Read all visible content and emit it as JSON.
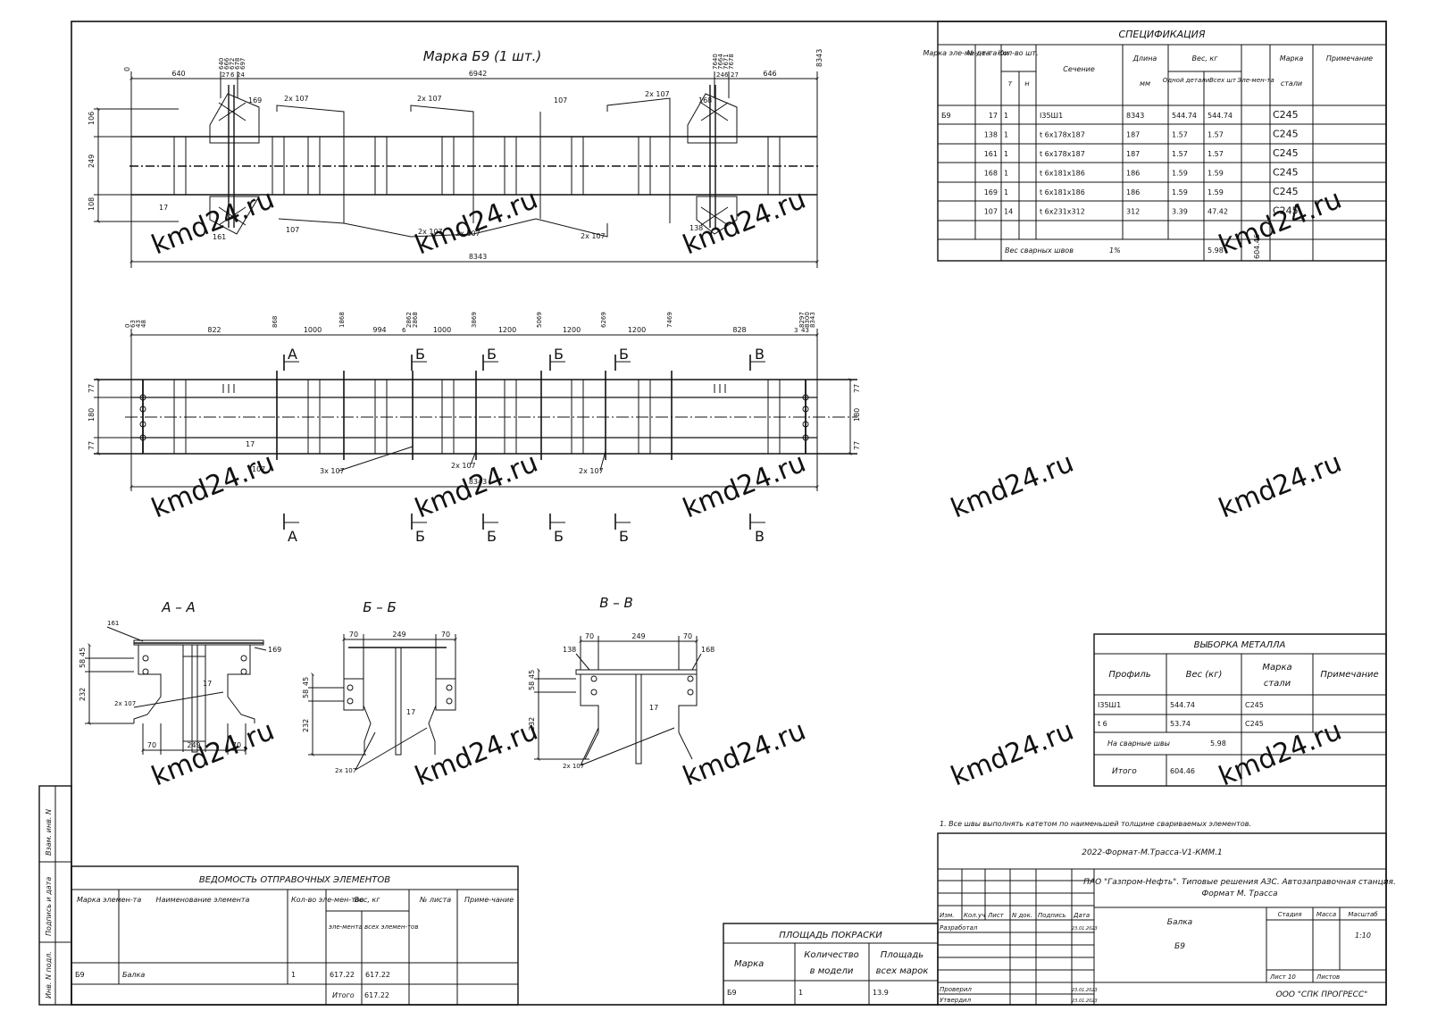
{
  "drawing": {
    "title": "Марка Б9 (1 шт.)",
    "watermark": "kmd24.ru",
    "top_view": {
      "top_dims": [
        "0",
        "640",
        "6942",
        "646",
        "8343"
      ],
      "stack_left": [
        "640",
        "666",
        "672",
        "678",
        "697"
      ],
      "stack_right": [
        "7640",
        "7664",
        "7671",
        "7678"
      ],
      "sub_dims_left": [
        "27",
        "6",
        "24"
      ],
      "sub_dims_right": [
        "24",
        "6",
        "27"
      ],
      "vert_dims": [
        "106",
        "249",
        "108"
      ],
      "callouts": [
        "169",
        "2x 107",
        "2x 107",
        "107",
        "2x 107",
        "168",
        "17",
        "161",
        "107",
        "2x 107",
        "2x 107",
        "2x 107",
        "138"
      ],
      "bottom_dim": "8343"
    },
    "bottom_view": {
      "top_dims": [
        "0",
        "63",
        "43",
        "48",
        "822",
        "868",
        "1000",
        "1868",
        "994",
        "2862",
        "2868",
        "6",
        "1000",
        "3869",
        "1200",
        "5069",
        "1200",
        "6269",
        "1200",
        "7469",
        "828",
        "8297",
        "8300",
        "8343",
        "3",
        "43"
      ],
      "section_marks": [
        "А",
        "Б",
        "Б",
        "Б",
        "Б",
        "В"
      ],
      "vert_dims": [
        "77",
        "180",
        "77"
      ],
      "vert_dims_right": [
        "77",
        "180",
        "77"
      ],
      "callouts": [
        "17",
        "107",
        "3x 107",
        "2x 107",
        "2x 107"
      ],
      "bottom_dim": "8343"
    },
    "sections": {
      "aa": {
        "title": "А – А",
        "dims": [
          "45",
          "58",
          "232",
          "70",
          "249",
          "70"
        ],
        "callouts": [
          "161",
          "169",
          "17",
          "2x 107"
        ]
      },
      "bb": {
        "title": "Б – Б",
        "dims": [
          "70",
          "249",
          "70",
          "45",
          "58",
          "232"
        ],
        "callouts": [
          "17",
          "2x 107"
        ]
      },
      "vv": {
        "title": "В – В",
        "dims": [
          "70",
          "249",
          "70",
          "45",
          "58",
          "232"
        ],
        "callouts": [
          "138",
          "168",
          "17",
          "2x 107"
        ]
      }
    }
  },
  "spec": {
    "title": "СПЕЦИФИКАЦИЯ",
    "headers": {
      "mark": "Марка эле-мен-та",
      "no": "№ де-та-ли",
      "qty": "Кол-во шт.",
      "t": "т",
      "n": "н",
      "section": "Сечение",
      "length": "Длина",
      "length_unit": "мм",
      "weight": "Вес, кг",
      "one": "Одной детали",
      "all": "Всех шт",
      "elem": "Эле-мен-та",
      "steel": "Марка",
      "steel2": "стали",
      "note": "Примечание"
    },
    "mark": "Б9",
    "rows": [
      {
        "no": "17",
        "t": "1",
        "section": "Ι35Ш1",
        "length": "8343",
        "one": "544.74",
        "all": "544.74",
        "steel": "С245"
      },
      {
        "no": "138",
        "t": "1",
        "section": "t 6x178x187",
        "length": "187",
        "one": "1.57",
        "all": "1.57",
        "steel": "С245"
      },
      {
        "no": "161",
        "t": "1",
        "section": "t 6x178x187",
        "length": "187",
        "one": "1.57",
        "all": "1.57",
        "steel": "С245"
      },
      {
        "no": "168",
        "t": "1",
        "section": "t 6x181x186",
        "length": "186",
        "one": "1.59",
        "all": "1.59",
        "steel": "С245"
      },
      {
        "no": "169",
        "t": "1",
        "section": "t 6x181x186",
        "length": "186",
        "one": "1.59",
        "all": "1.59",
        "steel": "С245"
      },
      {
        "no": "107",
        "t": "14",
        "section": "t 6x231x312",
        "length": "312",
        "one": "3.39",
        "all": "47.42",
        "steel": "С245"
      }
    ],
    "weld_label": "Вес сварных швов",
    "weld_pct": "1%",
    "weld_value": "5.98",
    "element_total": "604.46"
  },
  "metal": {
    "title": "ВЫБОРКА МЕТАЛЛА",
    "headers": {
      "profile": "Профиль",
      "weight": "Вес (кг)",
      "steel": "Марка",
      "steel2": "стали",
      "note": "Примечание"
    },
    "rows": [
      {
        "profile": "Ι35Ш1",
        "weight": "544.74",
        "steel": "С245"
      },
      {
        "profile": "t 6",
        "weight": "53.74",
        "steel": "С245"
      }
    ],
    "weld_label": "На сварные швы",
    "weld_value": "5.98",
    "total_label": "Итого",
    "total_value": "604.46"
  },
  "shipping": {
    "title": "ВЕДОМОСТЬ ОТПРАВОЧНЫХ ЭЛЕМЕНТОВ",
    "headers": {
      "mark": "Марка элемен-та",
      "name": "Наименование элемента",
      "qty": "Кол-во эле-мен-тов",
      "weight": "Вес, кг",
      "one": "эле-мента",
      "all": "всех элемен-тов",
      "sheet": "№ листа",
      "note": "Приме-чание"
    },
    "row": {
      "mark": "Б9",
      "name": "Балка",
      "qty": "1",
      "one": "617.22",
      "all": "617.22"
    },
    "total_label": "Итого",
    "total_value": "617.22"
  },
  "paint": {
    "title": "ПЛОЩАДЬ ПОКРАСКИ",
    "headers": {
      "mark": "Марка",
      "qty": "Количество",
      "qty2": "в модели",
      "area": "Площадь",
      "area2": "всех марок"
    },
    "row": {
      "mark": "Б9",
      "qty": "1",
      "area": "13.9"
    }
  },
  "stamp": {
    "note": "1. Все швы выполнять катетом по наименьшей толщине свариваемых элементов.",
    "code": "2022-Формат-М.Трасса-V1-КММ.1",
    "project_line1": "ПАО \"Газпром-Нефть\". Типовые решения АЗС. Автозаправочная станция.",
    "project_line2": "Формат М. Трасса",
    "cols": [
      "Изм.",
      "Кол.уч",
      "Лист",
      "N док.",
      "Подпись",
      "Дата"
    ],
    "developed": "Разработал",
    "developed_date": "23.01.2023",
    "checked": "Проверил",
    "checked_date": "23.01.2023",
    "approved": "Утвердил",
    "approved_date": "23.01.2023",
    "name1": "Балка",
    "name2": "Б9",
    "stage": "Стадия",
    "mass": "Масса",
    "scale": "Масштаб",
    "scale_value": "1:10",
    "sheet": "Лист 10",
    "sheets": "Листов",
    "org": "ООО \"СПК ПРОГРЕСС\""
  },
  "side_stamp": {
    "a": "Взам. инв. N",
    "b": "Подпись и дата",
    "c": "Инв. N подл."
  }
}
